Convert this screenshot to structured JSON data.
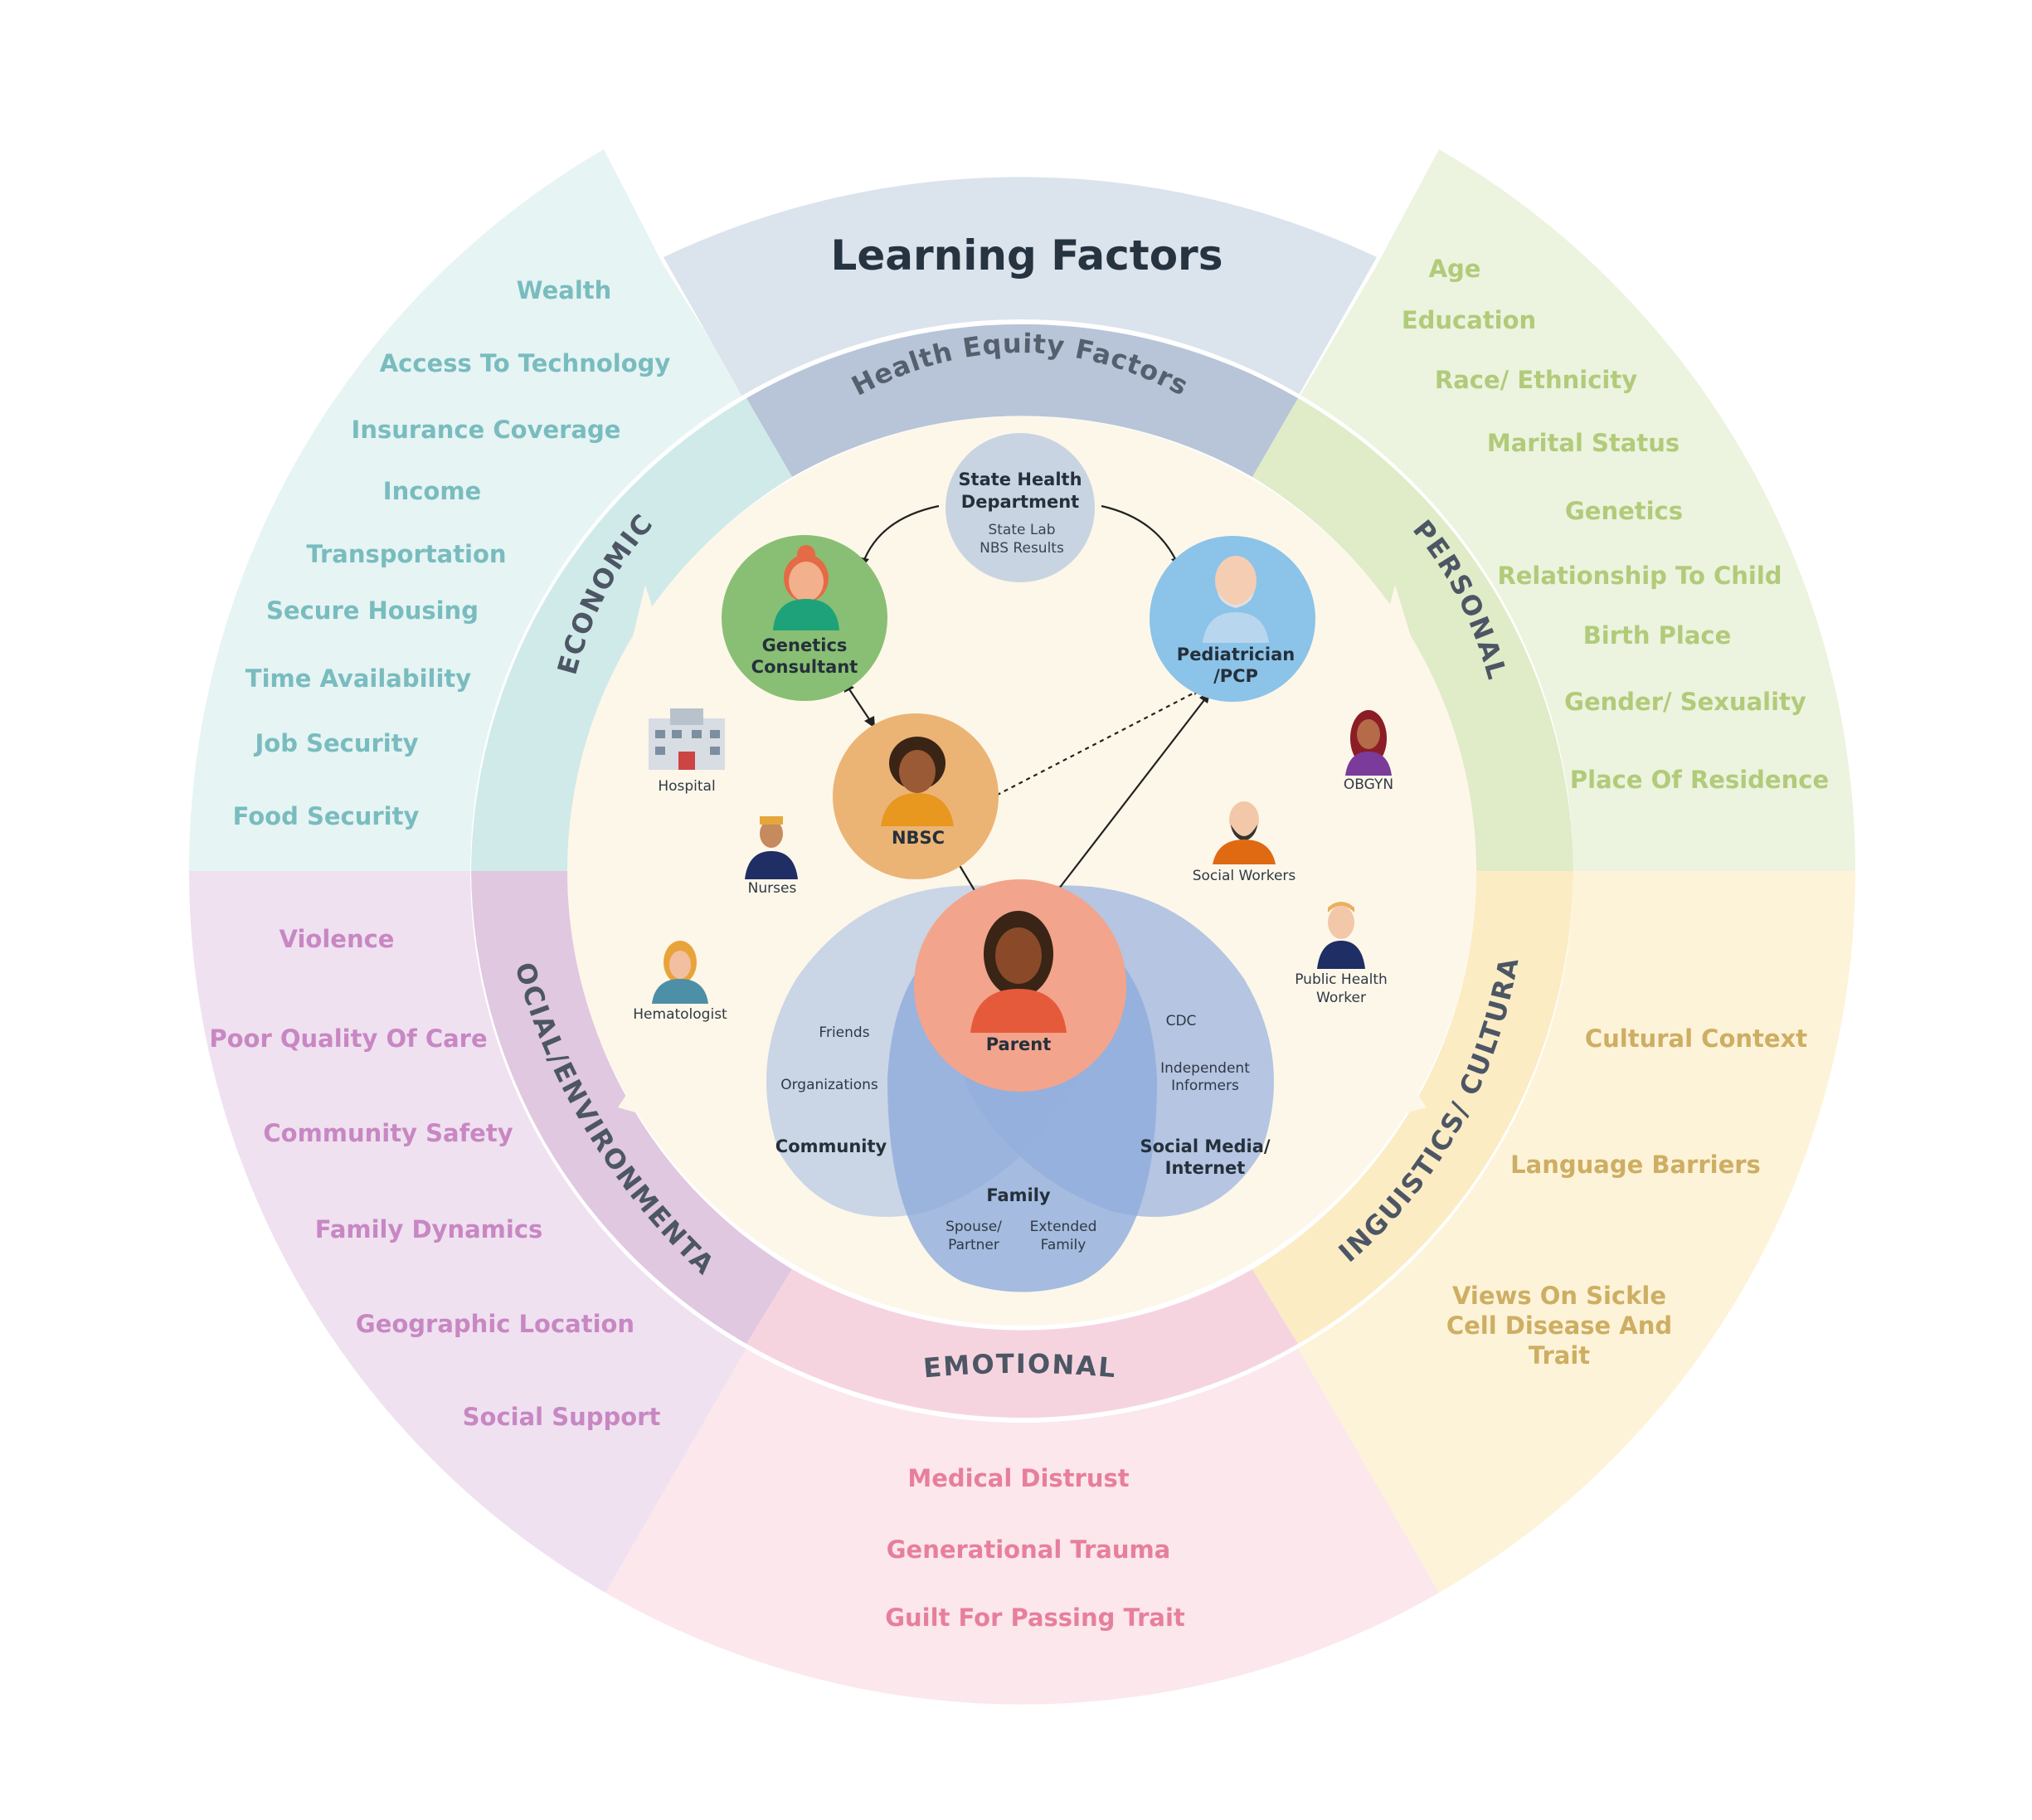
{
  "title": "Learning Factors",
  "health_equity_label": "Health Equity Factors",
  "sections": {
    "economic": {
      "label": "ECONOMIC",
      "color": "#79bcbf",
      "factors": [
        "Wealth",
        "Access To Technology",
        "Insurance Coverage",
        "Income",
        "Transportation",
        "Secure Housing",
        "Time Availability",
        "Job Security",
        "Food Security"
      ]
    },
    "personal": {
      "label": "PERSONAL",
      "color": "#b1cb7a",
      "factors": [
        "Age",
        "Education",
        "Race/ Ethnicity",
        "Marital Status",
        "Genetics",
        "Relationship To Child",
        "Birth Place",
        "Gender/ Sexuality",
        "Place Of Residence"
      ]
    },
    "social": {
      "label": "SOCIAL/ENVIRONMENTAL",
      "color": "#c887c3",
      "factors": [
        "Violence",
        "Poor Quality Of Care",
        "Community Safety",
        "Family Dynamics",
        "Geographic Location",
        "Social Support"
      ]
    },
    "emotional": {
      "label": "EMOTIONAL",
      "color": "#e77f9c",
      "factors": [
        "Medical Distrust",
        "Generational Trauma",
        "Guilt For Passing Trait"
      ]
    },
    "linguistic": {
      "label": "LINGUISTICS/ CULTURAL",
      "color": "#cdae63",
      "factors": [
        "Cultural Context",
        "Language Barriers",
        "Views On Sickle",
        "Cell Disease And",
        "Trait"
      ]
    }
  },
  "nodes": {
    "state_health": {
      "title1": "State Health",
      "title2": "Department",
      "sub1": "State Lab",
      "sub2": "NBS Results"
    },
    "genetics": {
      "title1": "Genetics",
      "title2": "Consultant"
    },
    "pediatrician": {
      "title1": "Pediatrician",
      "title2": "/PCP"
    },
    "nbsc": {
      "title": "NBSC"
    },
    "parent": {
      "title": "Parent"
    }
  },
  "people": {
    "hospital": "Hospital",
    "nurses": "Nurses",
    "hematologist": "Hematologist",
    "obgyn": "OBGYN",
    "social_workers": "Social Workers",
    "public_health1": "Public Health",
    "public_health2": "Worker"
  },
  "venn": {
    "community": "Community",
    "friends": "Friends",
    "organizations": "Organizations",
    "family": "Family",
    "spouse1": "Spouse/",
    "spouse2": "Partner",
    "extended1": "Extended",
    "extended2": "Family",
    "social1": "Social Media/",
    "social2": "Internet",
    "cdc": "CDC",
    "informers1": "Independent",
    "informers2": "Informers"
  },
  "colors": {
    "center": "#fdf7e9",
    "learning_band": "#dbe3ec",
    "health_band": "#b8c5d8",
    "genetics_node": "#89bf74",
    "pediatrician_node": "#8cc3e8",
    "nbsc_node": "#ebb475",
    "parent_node": "#f3a48c",
    "state_node": "#c9d4e2"
  }
}
